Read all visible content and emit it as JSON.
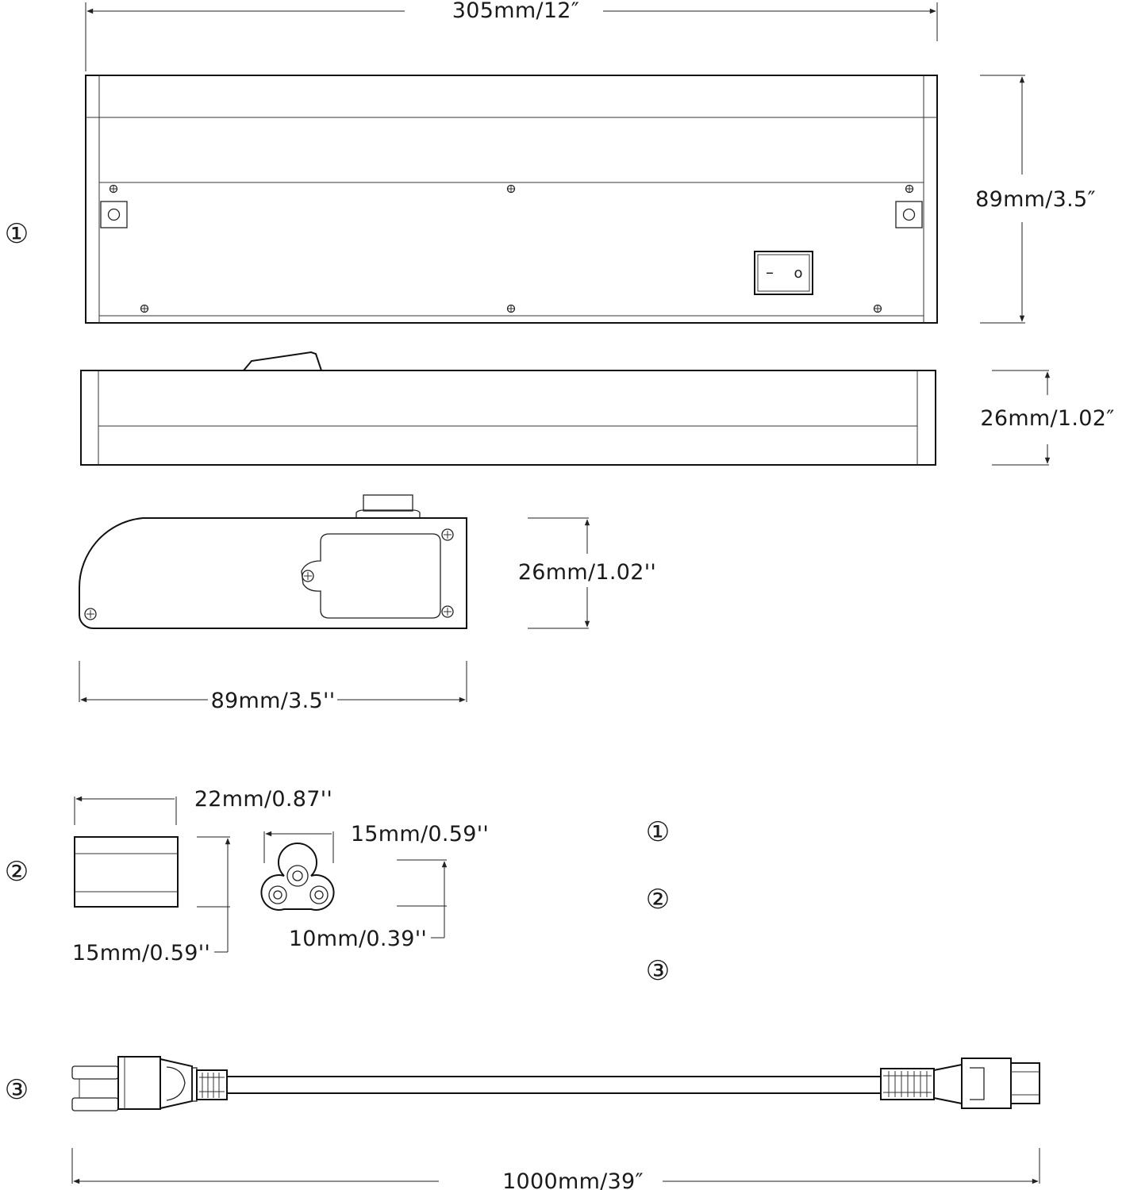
{
  "dimensions": {
    "bar_length": "305mm/12″",
    "bar_width": "89mm/3.5″",
    "bar_height": "26mm/1.02″",
    "end_height": "26mm/1.02''",
    "end_width": "89mm/3.5''",
    "connector_width": "22mm/0.87''",
    "connector_height": "15mm/0.59''",
    "socket_width": "15mm/0.59''",
    "socket_height": "10mm/0.39''",
    "cord_length": "1000mm/39″"
  },
  "labels": {
    "part1": "①",
    "part2": "②",
    "part3": "③",
    "legend1": "①",
    "legend2": "②",
    "legend3": "③"
  },
  "switch": {
    "off_mark": "–",
    "on_mark": "o"
  }
}
